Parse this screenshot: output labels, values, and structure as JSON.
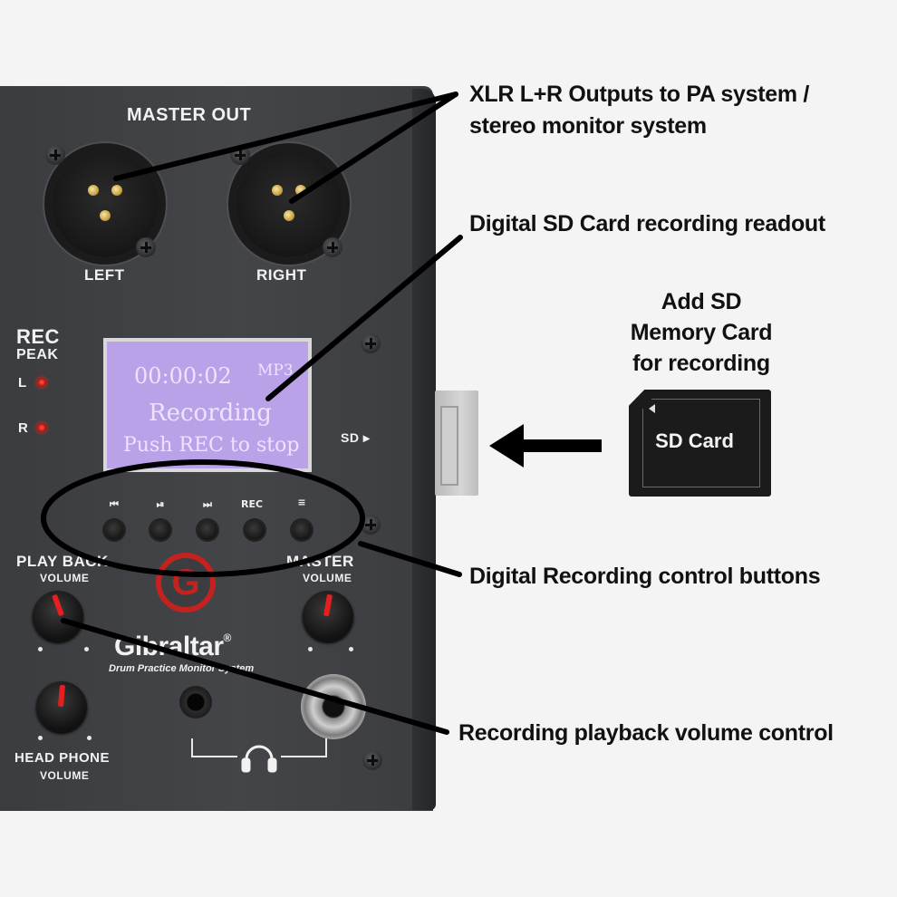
{
  "panel": {
    "master_out": "MASTER OUT",
    "left": "LEFT",
    "right": "RIGHT",
    "rec": "REC",
    "peak": "PEAK",
    "led_l": "L",
    "led_r": "R",
    "sd_arrow": "SD ▸",
    "playback": "PLAY BACK",
    "playback_volume": "VOLUME",
    "master": "MASTER",
    "master_volume": "VOLUME",
    "headphone": "HEAD PHONE",
    "headphone_volume": "VOLUME",
    "brand": "Gibraltar",
    "brand_mark": "®",
    "subtitle": "Drum Practice Monitor System",
    "logo_letter": "G"
  },
  "lcd": {
    "time": "00:00:02",
    "format": "MP3",
    "status": "Recording",
    "hint": "Push REC to stop"
  },
  "buttons": [
    {
      "symbol": "⏮"
    },
    {
      "symbol": "⏯"
    },
    {
      "symbol": "⏭"
    },
    {
      "symbol": "REC"
    },
    {
      "symbol": "≡"
    }
  ],
  "sd_card": {
    "label": "SD Card"
  },
  "callouts": {
    "xlr_line1": "XLR L+R Outputs to PA system /",
    "xlr_line2": "stereo monitor system",
    "sd_readout": "Digital SD Card recording readout",
    "add_sd_line1": "Add SD",
    "add_sd_line2": "Memory Card",
    "add_sd_line3": "for recording",
    "control_buttons": "Digital Recording control buttons",
    "playback_volume": "Recording playback volume control"
  },
  "colors": {
    "panel": "#434548",
    "lcd": "#b9a2e8",
    "accent_red": "#c3221f",
    "callout_line": "#000000"
  }
}
